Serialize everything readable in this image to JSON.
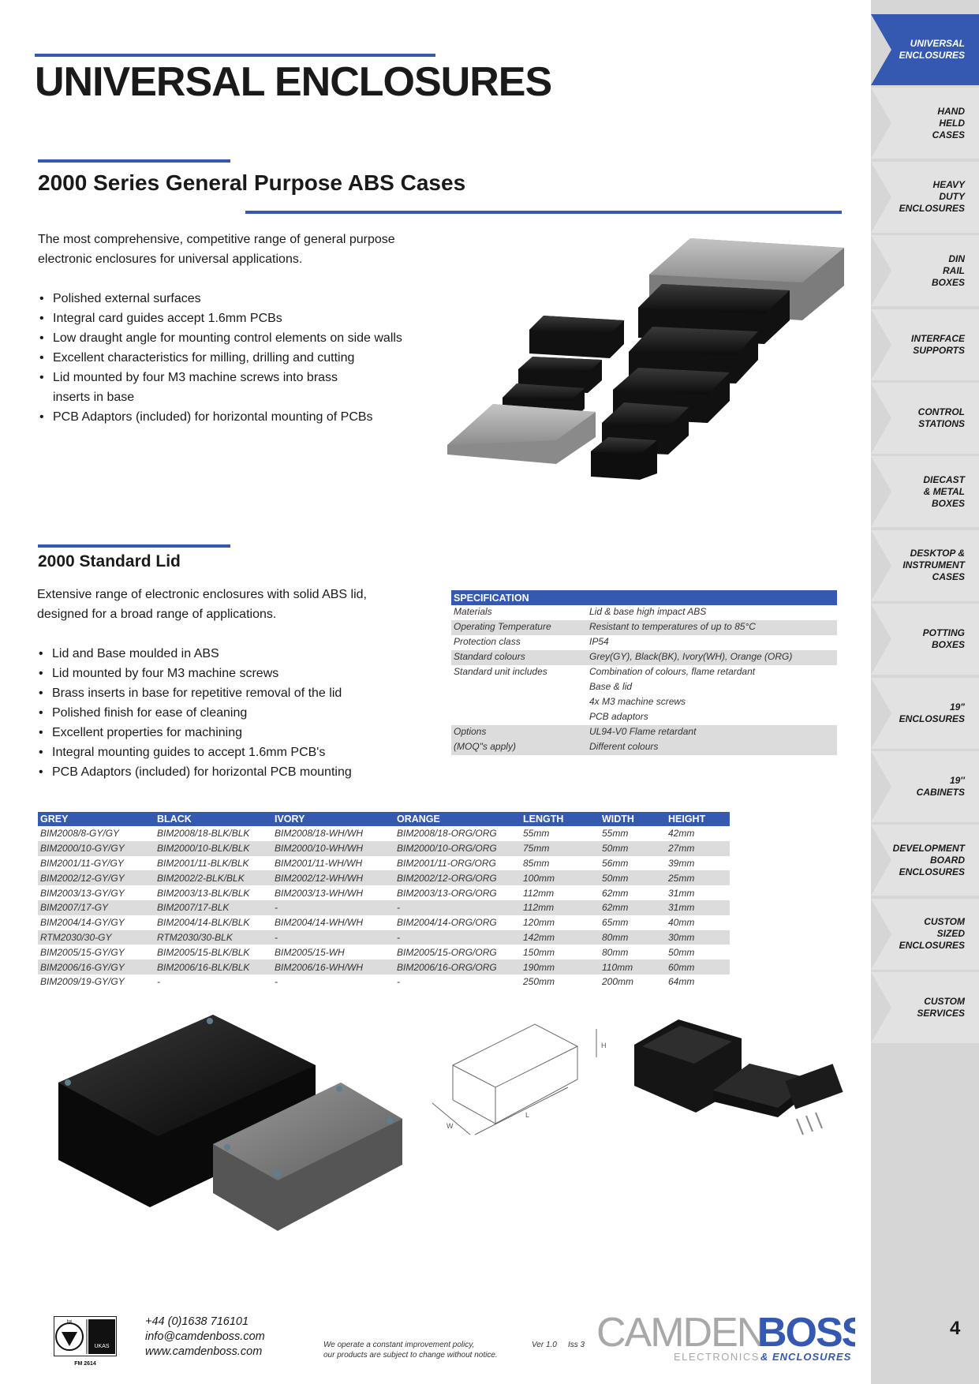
{
  "header": {
    "main_title": "UNIVERSAL ENCLOSURES",
    "series_title": "2000 Series General Purpose ABS Cases"
  },
  "intro": {
    "paragraph": "The most comprehensive, competitive range of general purpose electronic enclosures for universal applications.",
    "bullets": [
      "Polished external surfaces",
      "Integral card guides accept 1.6mm PCBs",
      "Low draught angle for mounting control elements on side walls",
      "Excellent characteristics for milling, drilling and cutting",
      "Lid mounted by four M3 machine screws into brass inserts in base",
      "PCB Adaptors (included) for horizontal mounting of PCBs"
    ]
  },
  "lid": {
    "title": "2000 Standard Lid",
    "paragraph": "Extensive range of electronic enclosures with solid ABS lid, designed for a broad range of applications.",
    "bullets": [
      "Lid and Base moulded in ABS",
      "Lid mounted by four M3 machine screws",
      "Brass inserts in base for repetitive removal of the lid",
      "Polished finish for ease of cleaning",
      "Excellent properties for machining",
      "Integral mounting guides to accept 1.6mm PCB's",
      "PCB Adaptors (included) for horizontal PCB mounting"
    ]
  },
  "specification": {
    "heading": "SPECIFICATION",
    "rows": [
      {
        "key": "Materials",
        "value": "Lid & base high impact ABS"
      },
      {
        "key": "Operating Temperature",
        "value": "Resistant to temperatures of up to 85°C"
      },
      {
        "key": "Protection class",
        "value": "IP54"
      },
      {
        "key": "Standard colours",
        "value": "Grey(GY), Black(BK), Ivory(WH), Orange (ORG)"
      },
      {
        "key": "Standard unit includes",
        "value": "Combination of colours, flame retardant"
      },
      {
        "key": "",
        "value": "Base & lid"
      },
      {
        "key": "",
        "value": "4x M3 machine screws"
      },
      {
        "key": "",
        "value": "PCB adaptors"
      },
      {
        "key": "Options",
        "value": "UL94-V0 Flame retardant"
      },
      {
        "key": "(MOQ\"s apply)",
        "value": "Different colours"
      }
    ]
  },
  "products": {
    "headers": [
      "GREY",
      "BLACK",
      "IVORY",
      "ORANGE",
      "LENGTH",
      "WIDTH",
      "HEIGHT"
    ],
    "rows": [
      [
        "BIM2008/8-GY/GY",
        "BIM2008/18-BLK/BLK",
        "BIM2008/18-WH/WH",
        "BIM2008/18-ORG/ORG",
        "55mm",
        "55mm",
        "42mm"
      ],
      [
        "BIM2000/10-GY/GY",
        "BIM2000/10-BLK/BLK",
        "BIM2000/10-WH/WH",
        "BIM2000/10-ORG/ORG",
        "75mm",
        "50mm",
        "27mm"
      ],
      [
        "BIM2001/11-GY/GY",
        "BIM2001/11-BLK/BLK",
        "BIM2001/11-WH/WH",
        "BIM2001/11-ORG/ORG",
        "85mm",
        "56mm",
        "39mm"
      ],
      [
        "BIM2002/12-GY/GY",
        "BIM2002/2-BLK/BLK",
        "BIM2002/12-WH/WH",
        "BIM2002/12-ORG/ORG",
        "100mm",
        "50mm",
        "25mm"
      ],
      [
        "BIM2003/13-GY/GY",
        "BIM2003/13-BLK/BLK",
        "BIM2003/13-WH/WH",
        "BIM2003/13-ORG/ORG",
        "112mm",
        "62mm",
        "31mm"
      ],
      [
        "BIM2007/17-GY",
        "BIM2007/17-BLK",
        "-",
        "-",
        "112mm",
        "62mm",
        "31mm"
      ],
      [
        "BIM2004/14-GY/GY",
        "BIM2004/14-BLK/BLK",
        "BIM2004/14-WH/WH",
        "BIM2004/14-ORG/ORG",
        "120mm",
        "65mm",
        "40mm"
      ],
      [
        "RTM2030/30-GY",
        "RTM2030/30-BLK",
        "-",
        "-",
        "142mm",
        "80mm",
        "30mm"
      ],
      [
        "BIM2005/15-GY/GY",
        "BIM2005/15-BLK/BLK",
        "BIM2005/15-WH",
        "BIM2005/15-ORG/ORG",
        "150mm",
        "80mm",
        "50mm"
      ],
      [
        "BIM2006/16-GY/GY",
        "BIM2006/16-BLK/BLK",
        "BIM2006/16-WH/WH",
        "BIM2006/16-ORG/ORG",
        "190mm",
        "110mm",
        "60mm"
      ],
      [
        "BIM2009/19-GY/GY",
        "-",
        "-",
        "-",
        "250mm",
        "200mm",
        "64mm"
      ]
    ]
  },
  "sidebar": {
    "tabs": [
      {
        "label": "UNIVERSAL\nENCLOSURES",
        "active": true
      },
      {
        "label": "HAND\nHELD\nCASES",
        "active": false
      },
      {
        "label": "HEAVY\nDUTY\nENCLOSURES",
        "active": false
      },
      {
        "label": "DIN\nRAIL\nBOXES",
        "active": false
      },
      {
        "label": "INTERFACE\nSUPPORTS",
        "active": false
      },
      {
        "label": "CONTROL\nSTATIONS",
        "active": false
      },
      {
        "label": "DIECAST\n& METAL\nBOXES",
        "active": false
      },
      {
        "label": "DESKTOP &\nINSTRUMENT\nCASES",
        "active": false
      },
      {
        "label": "POTTING\nBOXES",
        "active": false
      },
      {
        "label": "19\"\nENCLOSURES",
        "active": false
      },
      {
        "label": "19''\nCABINETS",
        "active": false
      },
      {
        "label": "DEVELOPMENT\nBOARD\nENCLOSURES",
        "active": false
      },
      {
        "label": "CUSTOM\nSIZED\nENCLOSURES",
        "active": false
      },
      {
        "label": "CUSTOM\nSERVICES",
        "active": false
      }
    ],
    "page_number": "4"
  },
  "diagram_labels": {
    "h": "H",
    "w": "W",
    "l": "L"
  },
  "footer": {
    "phone": "+44 (0)1638 716101",
    "email": "info@camdenboss.com",
    "website": "www.camdenboss.com",
    "policy_line1": "We operate a constant improvement policy,",
    "policy_line2": "our products are subject to change without notice.",
    "version": "Ver 1.0",
    "issue": "Iss 3",
    "logo_camden": "CAMDEN",
    "logo_boss": "BOSS",
    "logo_tag_a": "ELECTRONICS",
    "logo_tag_b": "& ENCLOSURES",
    "cert_code": "FM 2614",
    "cert_bsi": "bsi",
    "cert_ukas": "UKAS"
  },
  "colors": {
    "accent": "#3558b0",
    "sidebar": "#d6d6d6",
    "table_shade": "#dcdcdc"
  }
}
